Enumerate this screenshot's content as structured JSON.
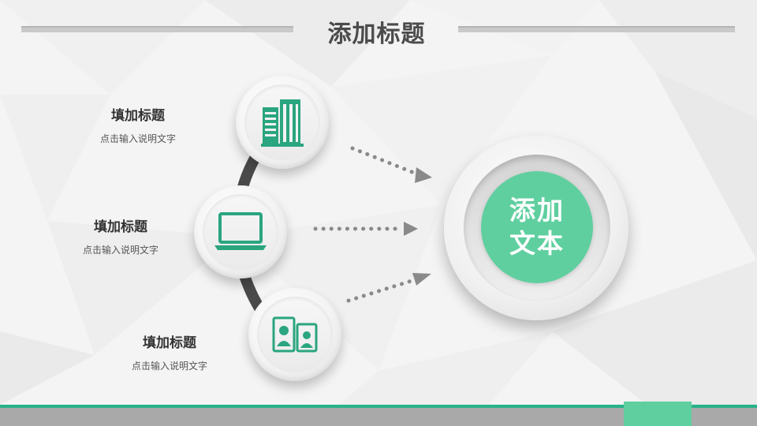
{
  "slide": {
    "title": "添加标题",
    "center_text": [
      "添加",
      "文本"
    ],
    "items": [
      {
        "heading": "填加标题",
        "subtext": "点击输入说明文字",
        "icon": "building-icon"
      },
      {
        "heading": "填加标题",
        "subtext": "点击输入说明文字",
        "icon": "laptop-icon"
      },
      {
        "heading": "填加标题",
        "subtext": "点击输入说明文字",
        "icon": "contact-cards-icon"
      }
    ]
  },
  "colors": {
    "accent": "#5fcf9f",
    "accent_dark": "#29b28a",
    "icon": "#2aa57f",
    "arrow": "#8a8a8a",
    "footer": "#a9a9a9"
  }
}
